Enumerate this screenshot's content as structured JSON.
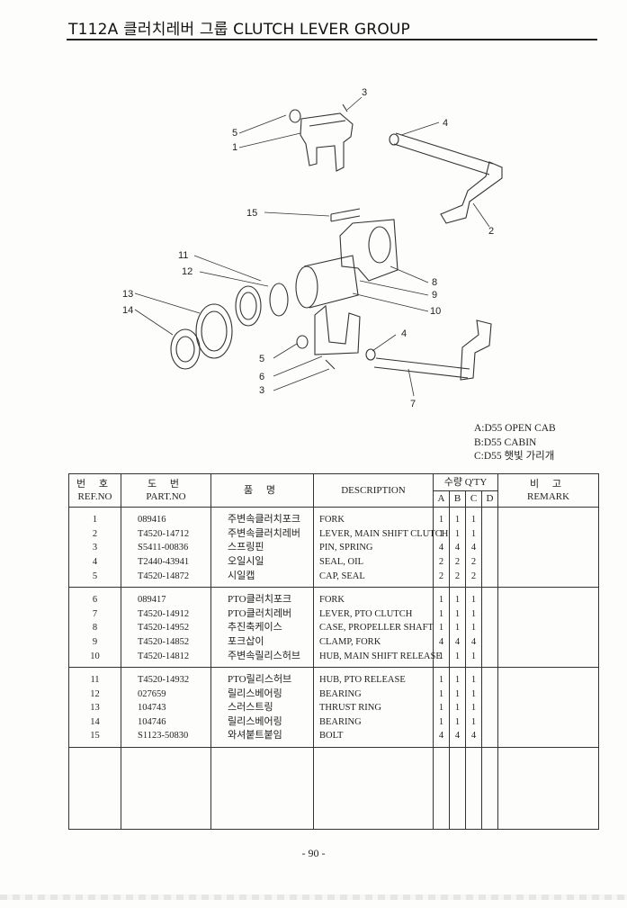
{
  "header": {
    "title": "T112A 클러치레버 그룹 CLUTCH LEVER GROUP"
  },
  "diagram": {
    "callouts": [
      "3",
      "4",
      "5",
      "1",
      "2",
      "15",
      "11",
      "12",
      "8",
      "9",
      "10",
      "13",
      "14",
      "4",
      "5",
      "6",
      "3",
      "7"
    ]
  },
  "legend": [
    "A:D55 OPEN CAB",
    "B:D55 CABIN",
    "C:D55 햇빛 가리개"
  ],
  "table": {
    "headers": {
      "ref_kr": "번 호",
      "ref_en": "REF.NO",
      "part_kr": "도 번",
      "part_en": "PART.NO",
      "name_kr": "품 명",
      "desc": "DESCRIPTION",
      "qty_kr": "수량 Q'TY",
      "cols": [
        "A",
        "B",
        "C",
        "D"
      ],
      "remark_kr": "비 고",
      "remark_en": "REMARK"
    },
    "groups": [
      [
        {
          "ref": "1",
          "part": "089416",
          "name": "주변속클러치포크",
          "desc": "FORK",
          "a": "1",
          "b": "1",
          "c": "1",
          "d": ""
        },
        {
          "ref": "2",
          "part": "T4520-14712",
          "name": "주변속클러치레버",
          "desc": "LEVER, MAIN SHIFT CLUTCH",
          "a": "1",
          "b": "1",
          "c": "1",
          "d": ""
        },
        {
          "ref": "3",
          "part": "S5411-00836",
          "name": "스프링핀",
          "desc": "PIN, SPRING",
          "a": "4",
          "b": "4",
          "c": "4",
          "d": ""
        },
        {
          "ref": "4",
          "part": "T2440-43941",
          "name": "오일시일",
          "desc": "SEAL, OIL",
          "a": "2",
          "b": "2",
          "c": "2",
          "d": ""
        },
        {
          "ref": "5",
          "part": "T4520-14872",
          "name": "시일캡",
          "desc": "CAP, SEAL",
          "a": "2",
          "b": "2",
          "c": "2",
          "d": ""
        }
      ],
      [
        {
          "ref": "6",
          "part": "089417",
          "name": "PTO클러치포크",
          "desc": "FORK",
          "a": "1",
          "b": "1",
          "c": "1",
          "d": ""
        },
        {
          "ref": "7",
          "part": "T4520-14912",
          "name": "PTO클러치레버",
          "desc": "LEVER, PTO CLUTCH",
          "a": "1",
          "b": "1",
          "c": "1",
          "d": ""
        },
        {
          "ref": "8",
          "part": "T4520-14952",
          "name": "추진축케이스",
          "desc": "CASE, PROPELLER SHAFT",
          "a": "1",
          "b": "1",
          "c": "1",
          "d": ""
        },
        {
          "ref": "9",
          "part": "T4520-14852",
          "name": "포크삽이",
          "desc": "CLAMP, FORK",
          "a": "4",
          "b": "4",
          "c": "4",
          "d": ""
        },
        {
          "ref": "10",
          "part": "T4520-14812",
          "name": "주변속릴리스허브",
          "desc": "HUB, MAIN SHIFT RELEASE",
          "a": "1",
          "b": "1",
          "c": "1",
          "d": ""
        }
      ],
      [
        {
          "ref": "11",
          "part": "T4520-14932",
          "name": "PTO릴리스허브",
          "desc": "HUB, PTO RELEASE",
          "a": "1",
          "b": "1",
          "c": "1",
          "d": ""
        },
        {
          "ref": "12",
          "part": "027659",
          "name": "릴리스베어링",
          "desc": "BEARING",
          "a": "1",
          "b": "1",
          "c": "1",
          "d": ""
        },
        {
          "ref": "13",
          "part": "104743",
          "name": "스러스트링",
          "desc": "THRUST RING",
          "a": "1",
          "b": "1",
          "c": "1",
          "d": ""
        },
        {
          "ref": "14",
          "part": "104746",
          "name": "릴리스베어링",
          "desc": "BEARING",
          "a": "1",
          "b": "1",
          "c": "1",
          "d": ""
        },
        {
          "ref": "15",
          "part": "S1123-50830",
          "name": "와셔붙트붙임",
          "desc": "BOLT",
          "a": "4",
          "b": "4",
          "c": "4",
          "d": ""
        }
      ]
    ]
  },
  "footer": {
    "page": "- 90 -"
  }
}
